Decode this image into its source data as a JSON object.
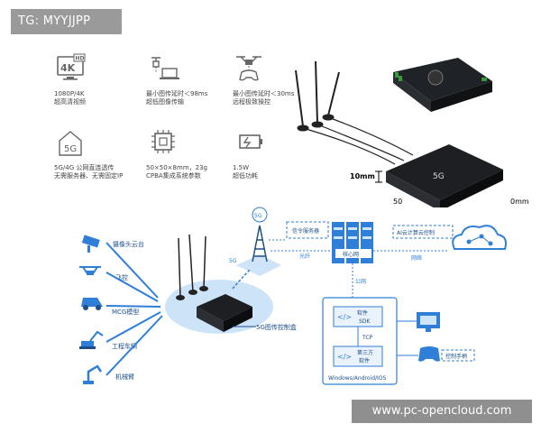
{
  "overlay_tag": "TG: MYYJJPP",
  "watermark": "www.pc-opencloud.com",
  "features": [
    {
      "line1": "1080P/4K",
      "line2": "超高清视频",
      "icon": "4k-hd-monitor-icon"
    },
    {
      "line1": "最小图传延时＜98ms",
      "line2": "超低图像传输",
      "icon": "drone-laptop-icon"
    },
    {
      "line1": "最小图传延时＜30ms",
      "line2": "远程极致操控",
      "icon": "drone-gamepad-icon"
    },
    {
      "line1": "5G/4G 公网直连透传",
      "line2": "无需服务器、无需固定IP",
      "icon": "5g-house-icon"
    },
    {
      "line1": "50×50×8mm，23g",
      "line2": "CPBA集成系统参数",
      "icon": "chip-icon"
    },
    {
      "line1": "1.5W",
      "line2": "超低功耗",
      "icon": "battery-icon"
    }
  ],
  "product": {
    "dim_height": "10mm",
    "dim_width": "50",
    "dim_depth": "0mm",
    "box_label": "5G"
  },
  "diagram": {
    "devices": [
      "摄像头云台",
      "飞控",
      "MCG模型",
      "工程车辆",
      "机械臂"
    ],
    "box_label": "5G图传控制盒",
    "tower_label": "5G",
    "tower_link": "5G",
    "signal_server": "信令服务器",
    "fiber": "光纤",
    "core_network": "核心网",
    "ai_cloud": "AI云计算云控制",
    "internet": "网络",
    "public_net": "公网",
    "sdk_title": "软件",
    "sdk_sub": "SDK",
    "tcp": "TCP",
    "third_party": "第三方",
    "third_party_sub": "软件",
    "platforms": "Windows/Android/IOS",
    "controller": "控制手柄"
  },
  "colors": {
    "accent_blue": "#2f7fd8",
    "light_blue": "#8fc2f0",
    "box_dark": "#1d1f22"
  }
}
